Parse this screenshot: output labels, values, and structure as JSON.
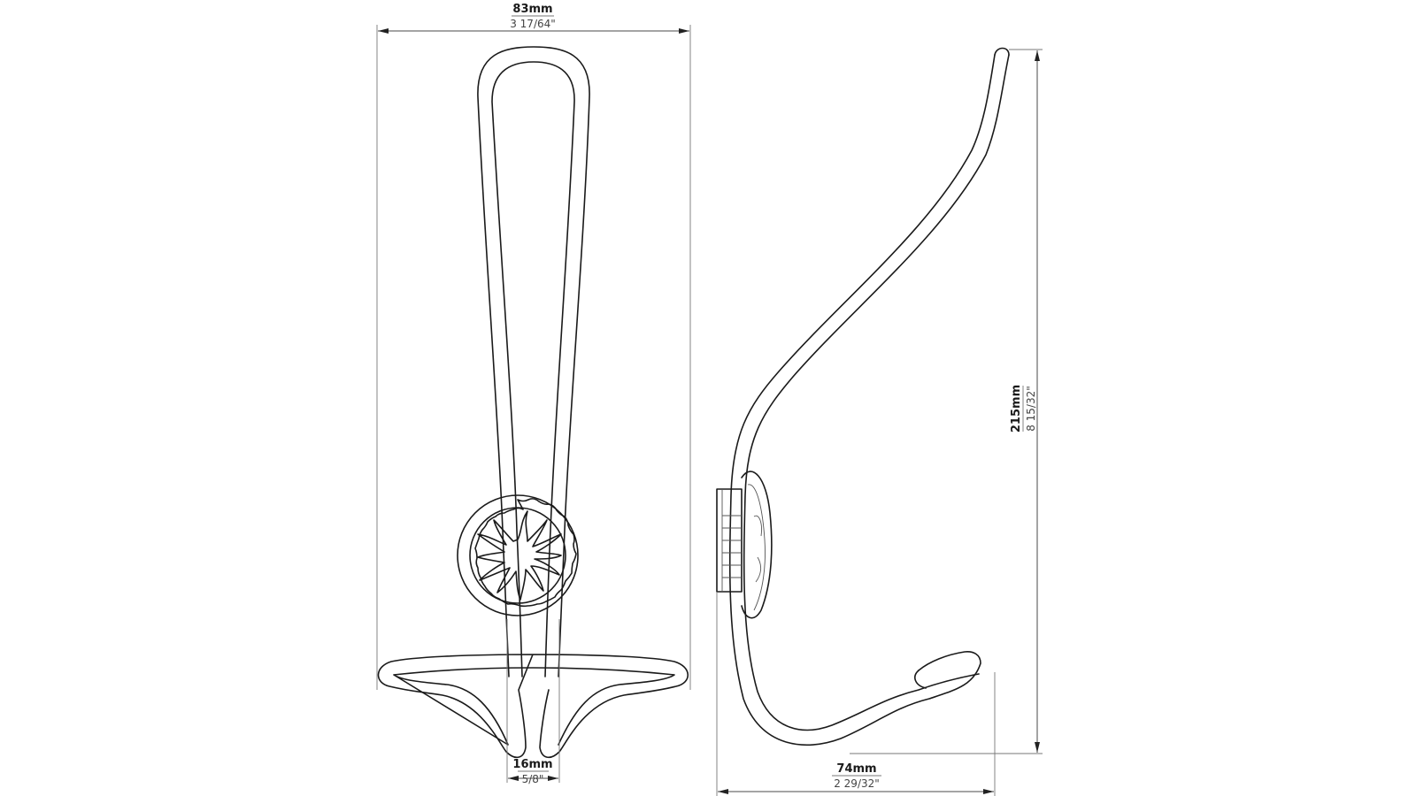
{
  "drawing": {
    "title": "Wall hook technical drawing",
    "views": [
      "front-view",
      "side-view"
    ],
    "line_color": "#1a1a1a",
    "background": "#ffffff"
  },
  "dimensions": {
    "overall_width": {
      "mm": "83mm",
      "inch": "3  17/64\""
    },
    "base_spacing": {
      "mm": "16mm",
      "inch": "5/8\""
    },
    "projection": {
      "mm": "74mm",
      "inch": "2  29/32\""
    },
    "overall_height": {
      "mm": "215mm",
      "inch": "8  15/32\""
    }
  },
  "decoration": {
    "rosette_motif": "sun-star",
    "rosette_border": "wavy-ring"
  }
}
